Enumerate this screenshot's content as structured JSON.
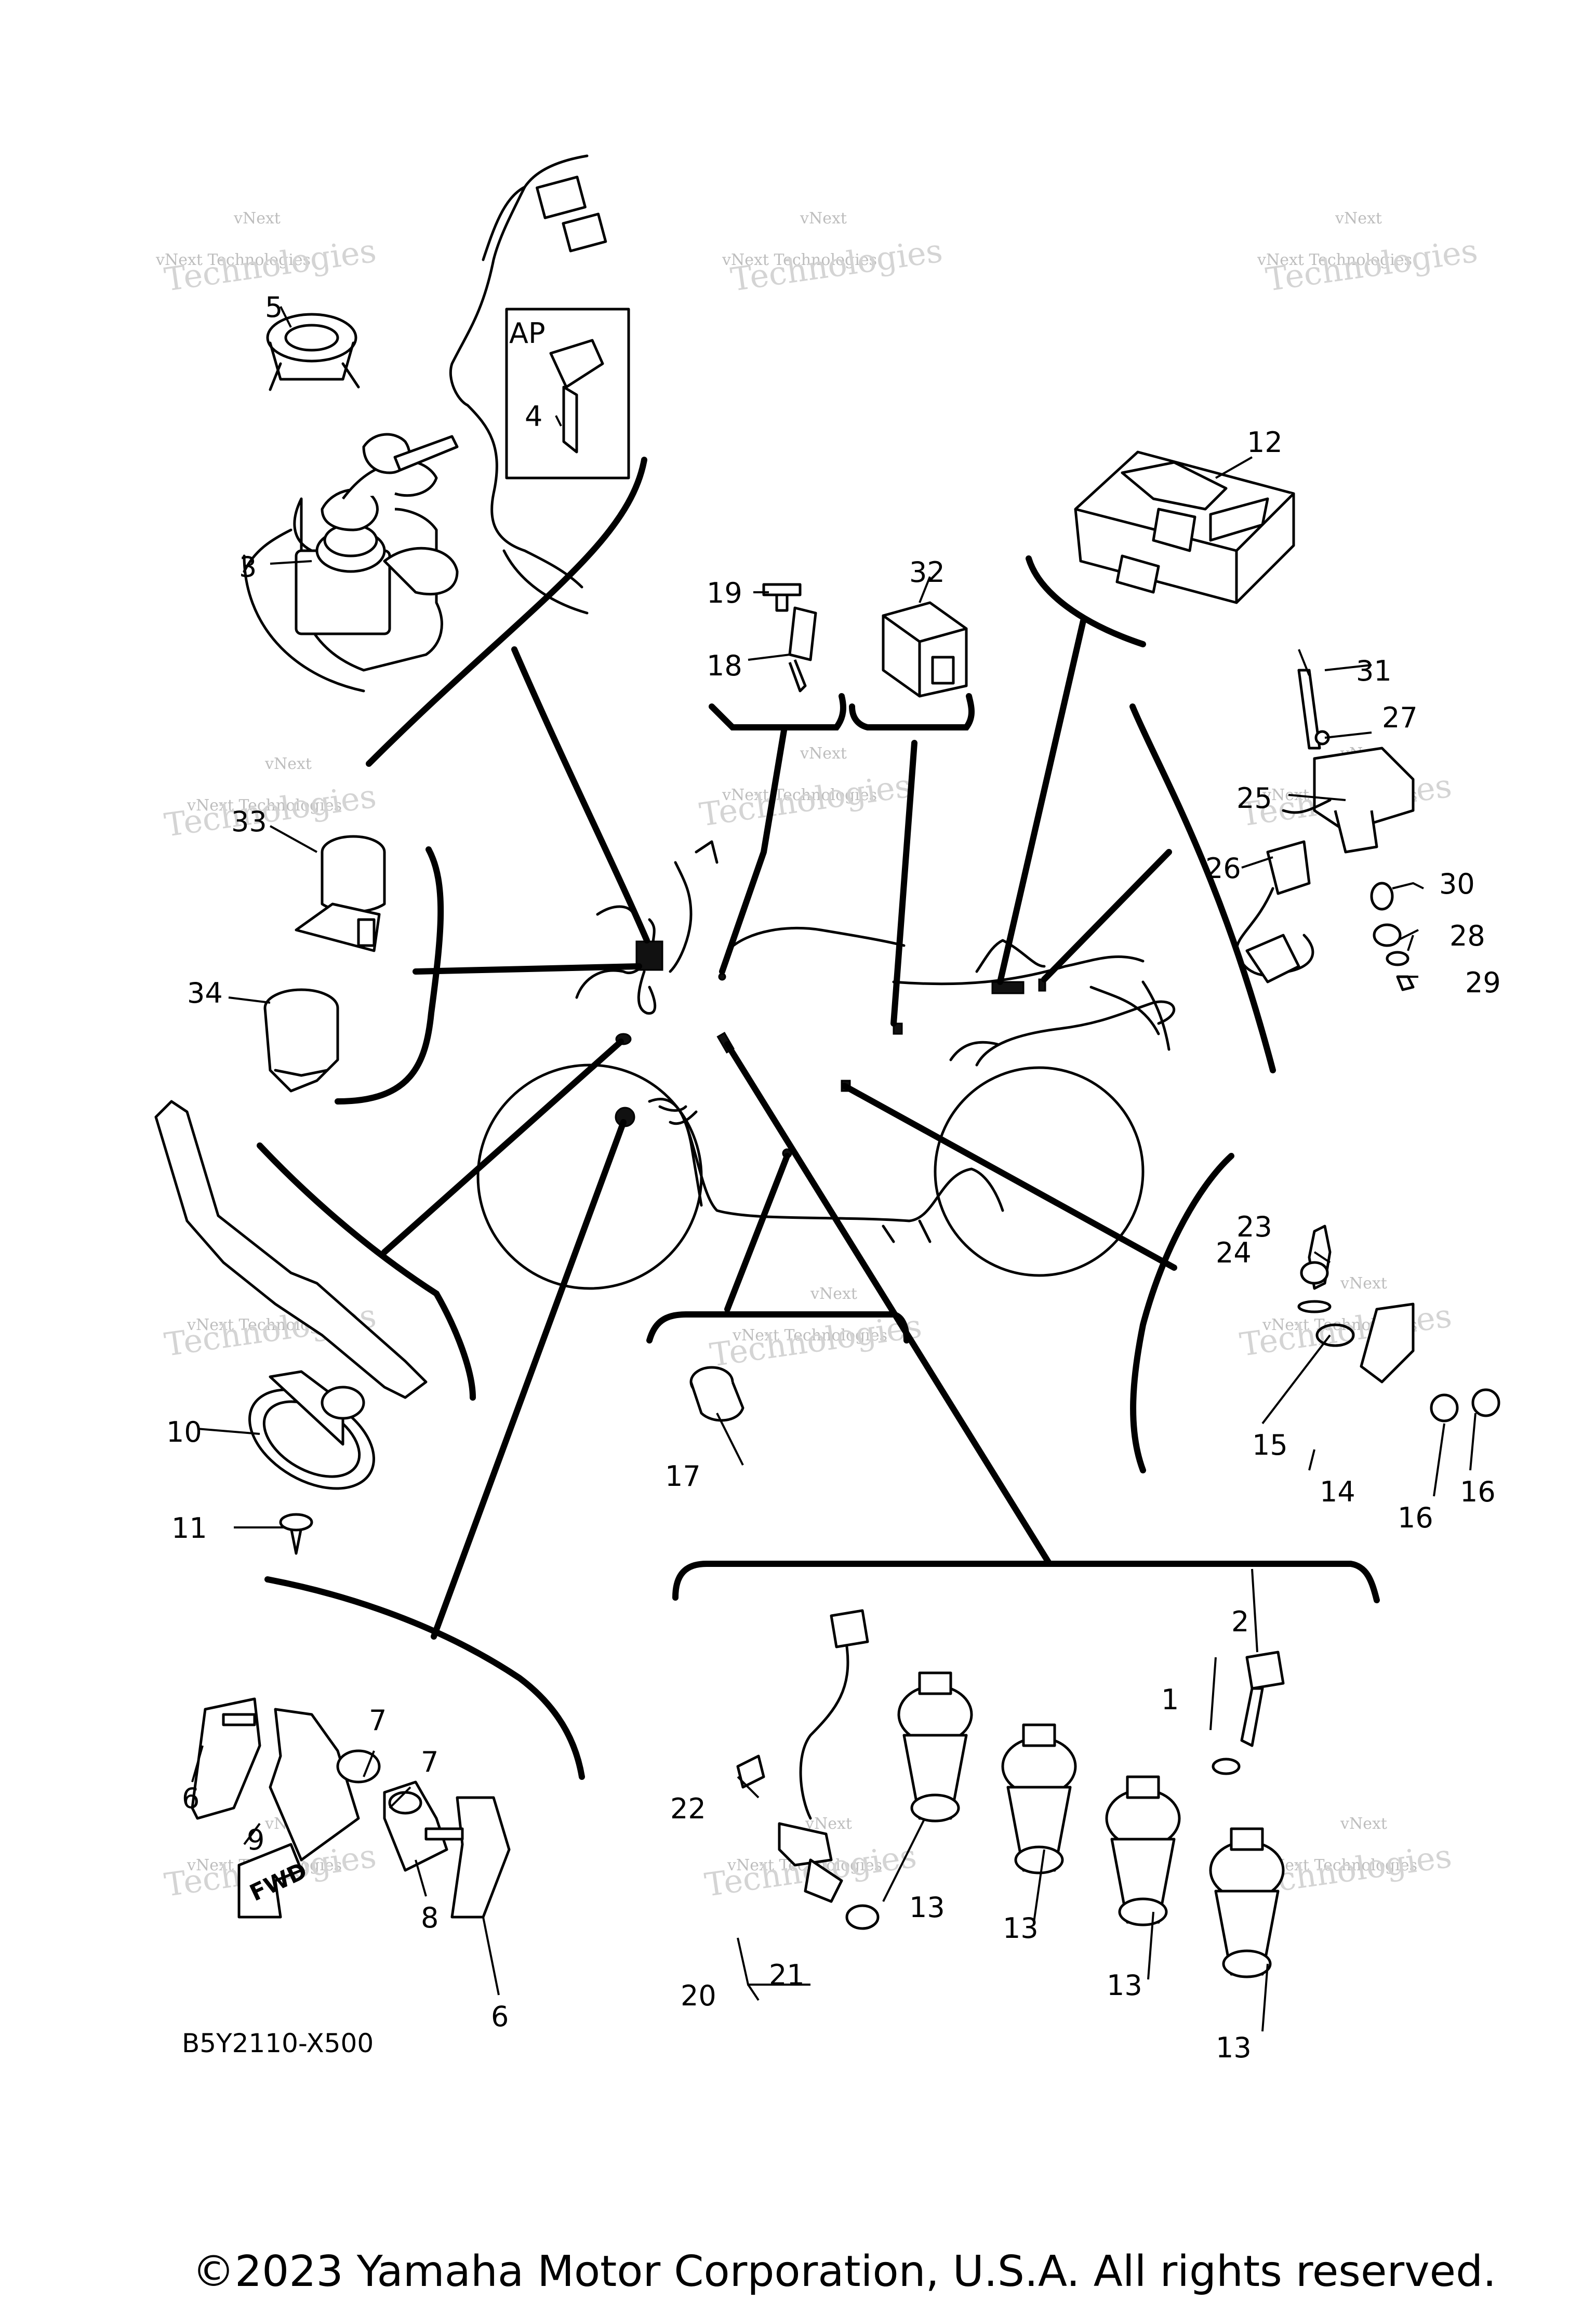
{
  "diagram": {
    "code": "B5Y2110-X500",
    "copyright": "©2023 Yamaha Motor Corporation, U.S.A. All rights reserved.",
    "ap_label": "AP",
    "fwd_label": "FWD",
    "watermark": {
      "line1": "vNext",
      "line2": "vNext Technologies",
      "big": "Technologies"
    },
    "callouts": [
      "1",
      "2",
      "3",
      "4",
      "5",
      "6",
      "6",
      "7",
      "7",
      "8",
      "9",
      "10",
      "11",
      "12",
      "13",
      "13",
      "13",
      "13",
      "14",
      "15",
      "16",
      "16",
      "17",
      "18",
      "19",
      "20",
      "21",
      "22",
      "23",
      "24",
      "25",
      "26",
      "27",
      "28",
      "29",
      "30",
      "31",
      "32",
      "33",
      "34"
    ]
  }
}
